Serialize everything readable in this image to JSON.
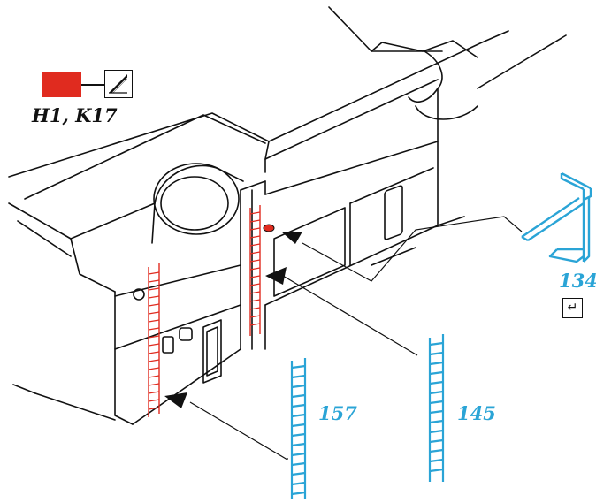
{
  "colors": {
    "paint": "#e02b1f",
    "part_blue": "#2aa4d6",
    "line": "#111111",
    "glue_red": "#e02b1f"
  },
  "paint_legend": {
    "code": "H1, K17",
    "paint_icon": "paint-swatch-icon",
    "brush_icon": "brush-stroke-icon"
  },
  "parts": [
    {
      "number": "134"
    },
    {
      "number": "157"
    },
    {
      "number": "145"
    }
  ],
  "fold_icon": "fold-over-arrow-icon",
  "fold_symbol": "↵"
}
